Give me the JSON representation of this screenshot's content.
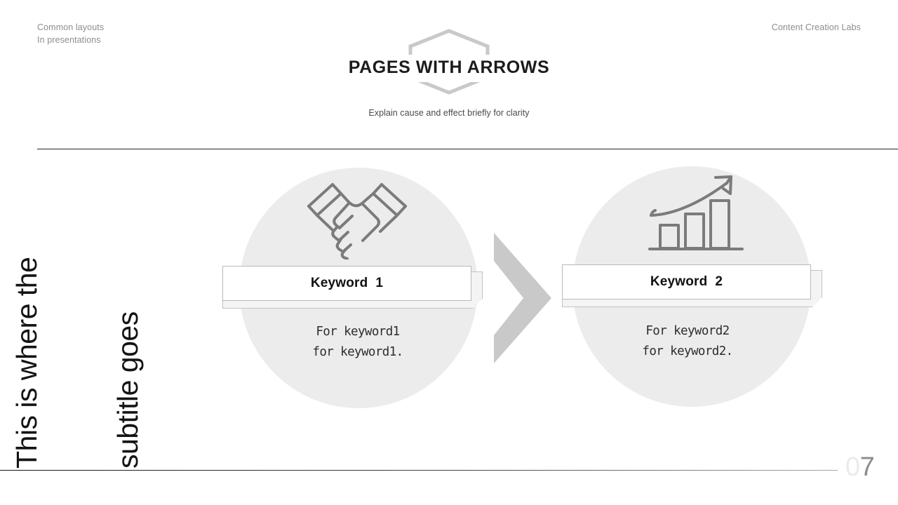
{
  "header": {
    "left_line1": "Common layouts",
    "left_line2": "In presentations",
    "right": "Content Creation Labs"
  },
  "title": {
    "heading": "PAGES WITH ARROWS",
    "subheading": "Explain cause and effect briefly for clarity",
    "decoration": "hexagon-outline"
  },
  "side_subtitle": {
    "line1": "This is where the",
    "line2": "subtitle goes",
    "orientation": "vertical-rotated-90-ccw"
  },
  "steps": [
    {
      "icon": "handshake-icon",
      "keyword": "Keyword  1",
      "body": "For  keyword1\nfor  keyword1."
    },
    {
      "icon": "growth-chart-icon",
      "keyword": "Keyword  2",
      "body": "For  keyword2\nfor  keyword2."
    }
  ],
  "arrow": {
    "name": "chevron-right-icon",
    "color": "#c9c9c9"
  },
  "footer": {
    "page_number_zero": "0",
    "page_number_digit": "7"
  },
  "colors": {
    "circle_fill": "#ececec",
    "icon_stroke": "#7b7b7b",
    "title_text": "#1c1c1c",
    "muted_text": "#8d8d8d",
    "banner_border": "#b9b9b9",
    "banner_back": "#f4f4f4",
    "arrow_gray": "#c9c9c9",
    "rule_dark": "#262626"
  }
}
